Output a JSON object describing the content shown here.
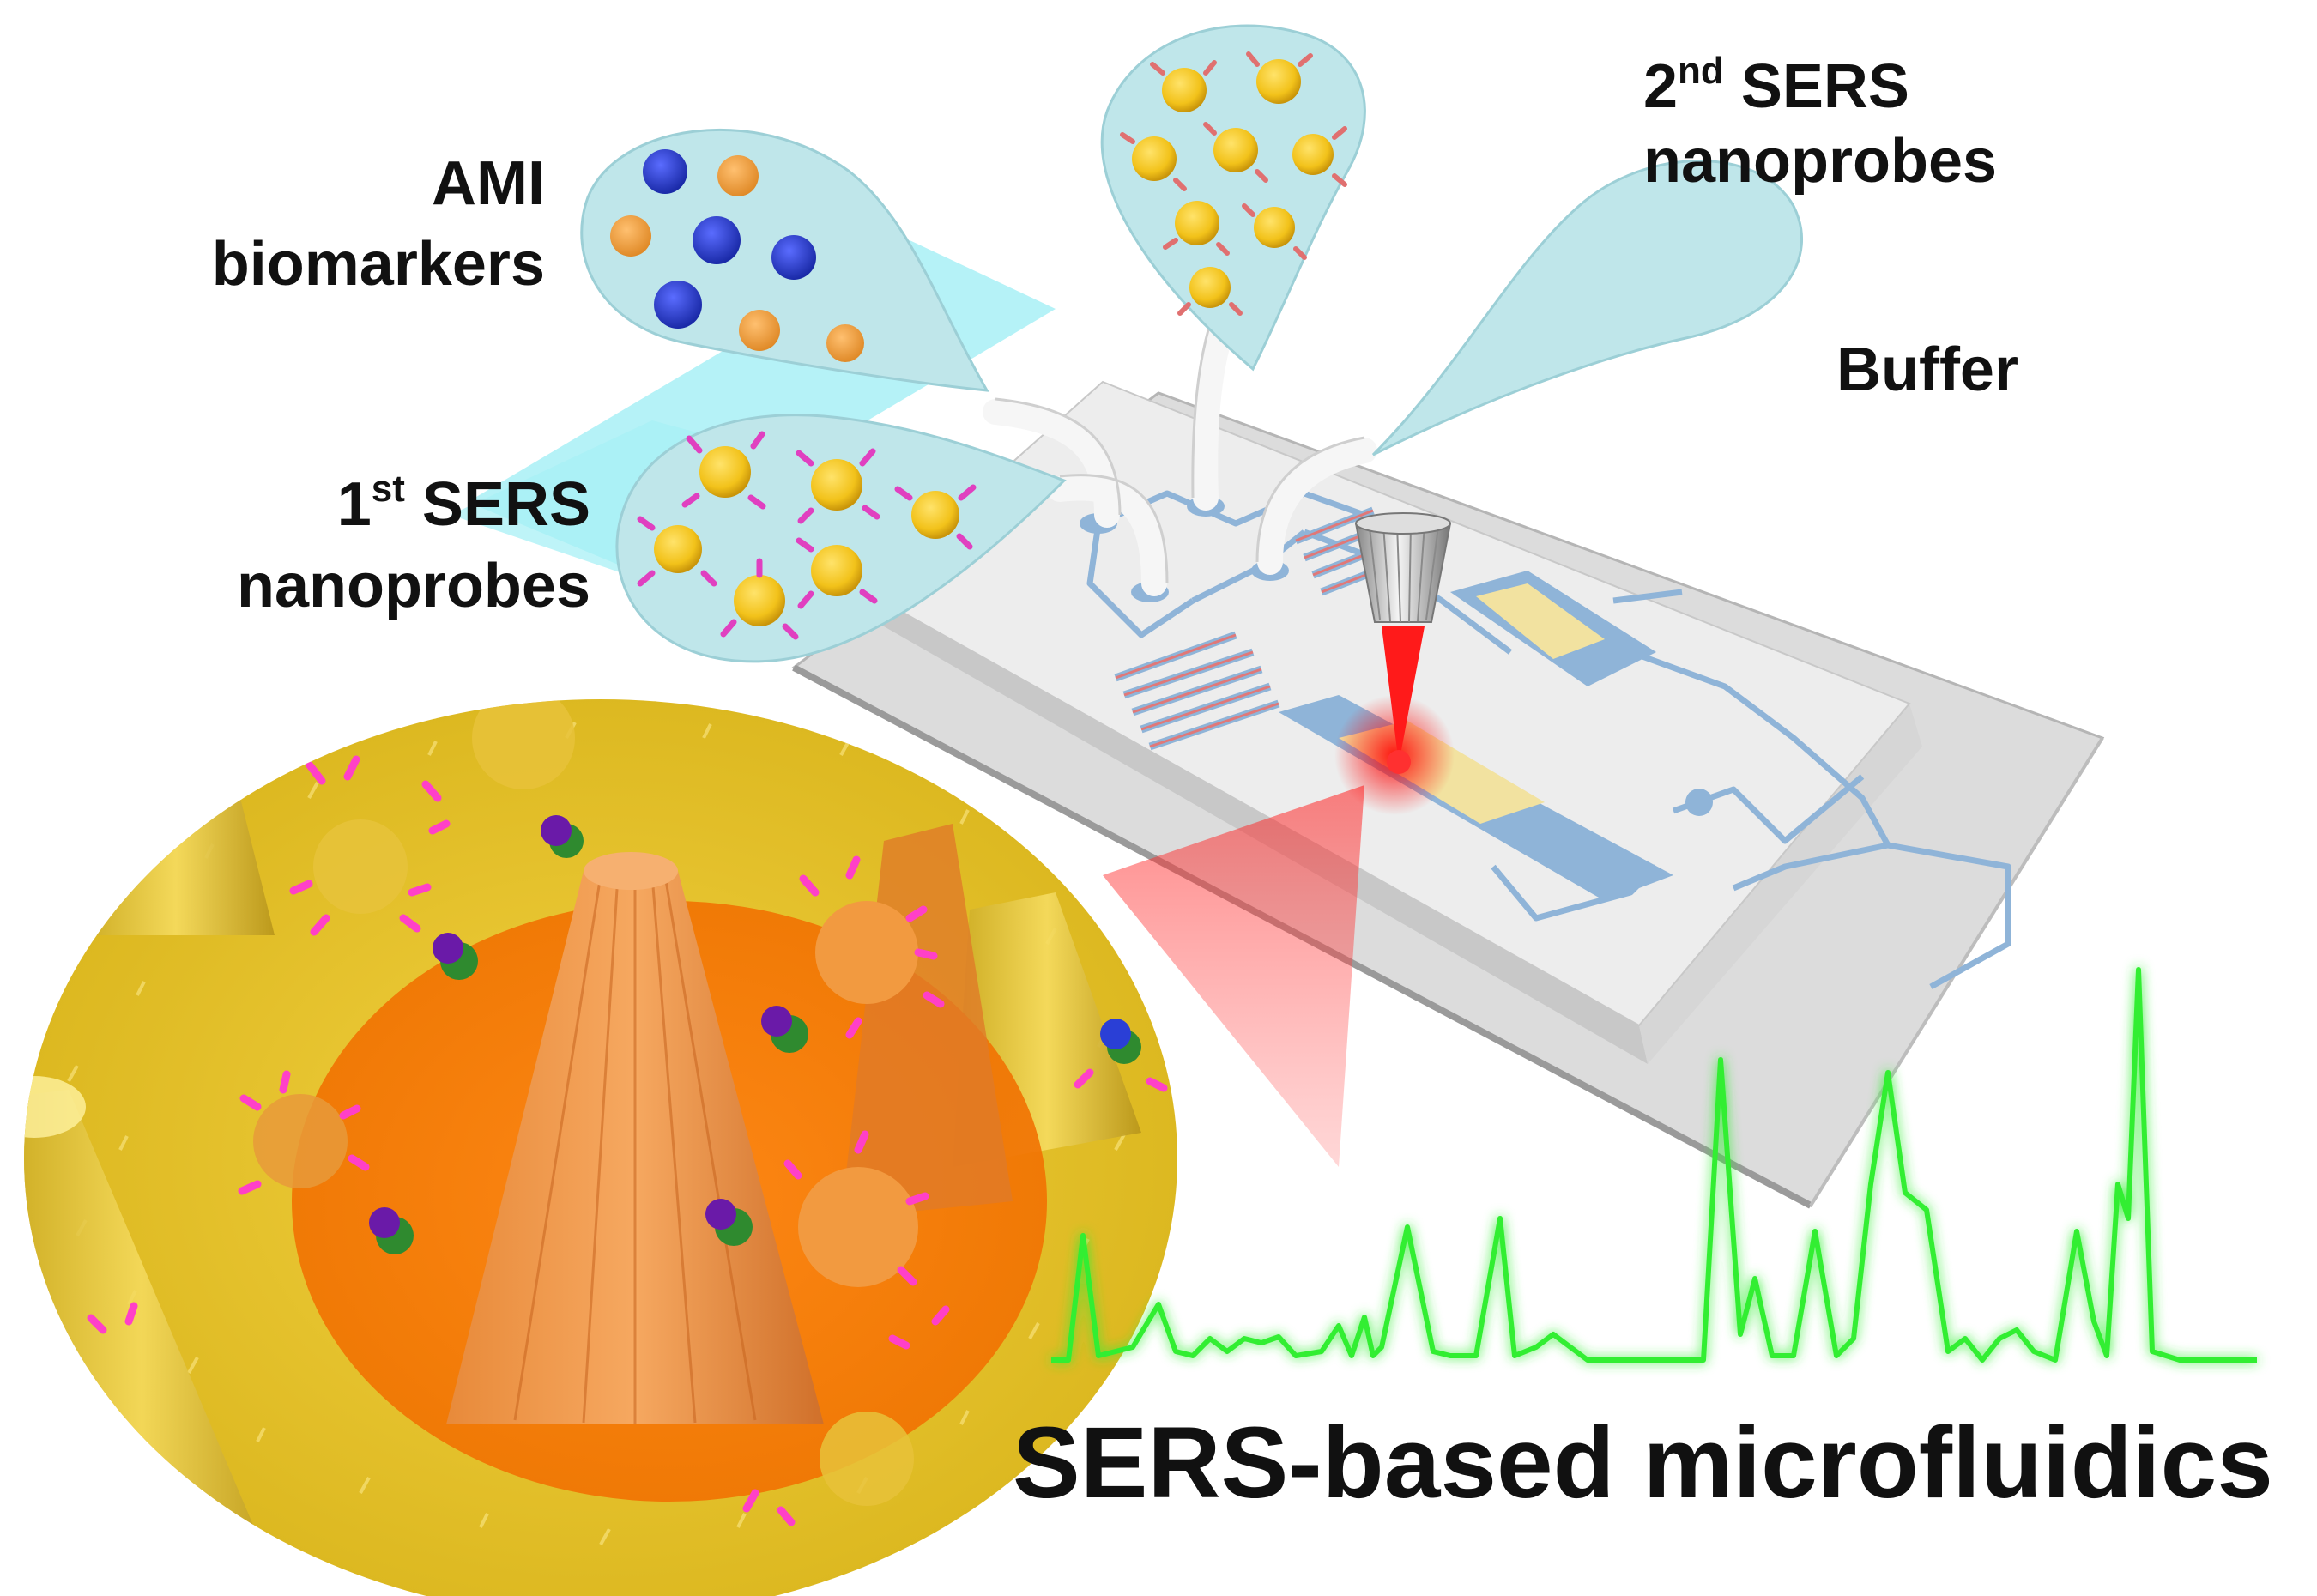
{
  "labels": {
    "ami_line1": "AMI",
    "ami_line2": "biomarkers",
    "sers1_num": "1",
    "sers1_sup": "st",
    "sers1_word": " SERS",
    "sers1_line2": "nanoprobes",
    "sers2_num": "2",
    "sers2_sup": "nd",
    "sers2_word": " SERS",
    "sers2_line2": "nanoprobes",
    "buffer": "Buffer",
    "caption": "SERS-based microfluidics"
  },
  "colors": {
    "bubble_fill": "#bfe6ea",
    "chip_top": "#ececec",
    "channel": "#8fb4d8",
    "electrode": "#f2e2a0",
    "laser": "#ff1a1a",
    "spectrum": "#2fe02f",
    "biomarker_blue": "#2a3fd6",
    "biomarker_orange": "#f0a040",
    "nanoprobe_gold": "#f2c21a",
    "antibody_pink": "#e040c0",
    "antibody_salmon": "#e07070",
    "substrate_yellow": "#e6c62a",
    "spot_orange": "#f07a10"
  },
  "icons": [
    "droplet-bubble",
    "microfluidic-chip",
    "objective-lens",
    "laser-beam",
    "spectrum-trace",
    "magnified-substrate"
  ]
}
